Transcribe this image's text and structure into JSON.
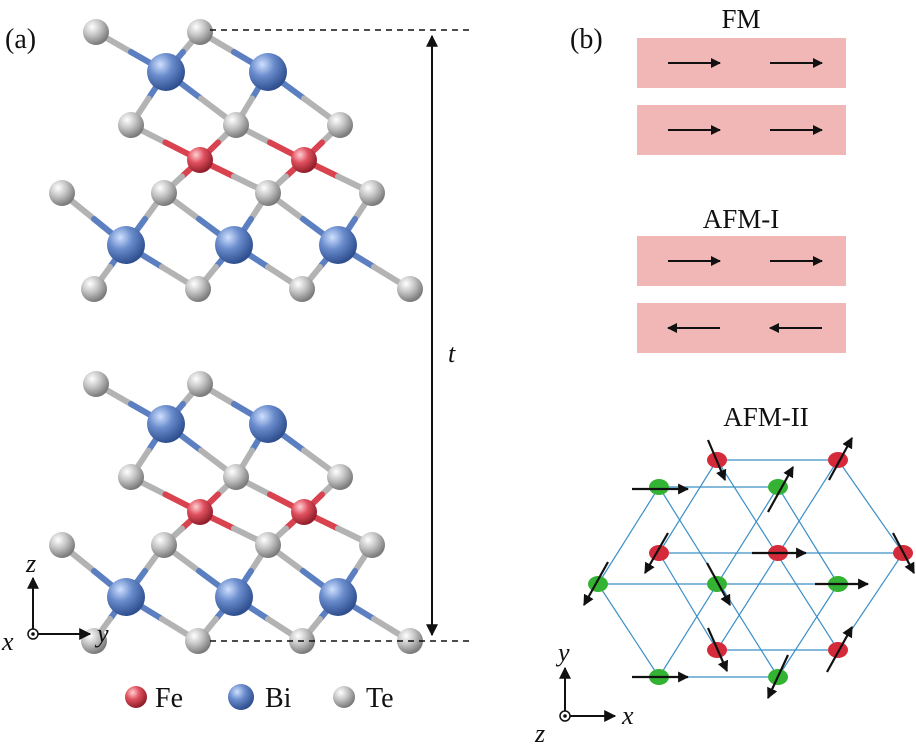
{
  "panel_a": {
    "label": "(a)",
    "thickness_label": "t",
    "axes": {
      "vertical": "z",
      "horizontal": "y",
      "out_of_plane": "x"
    },
    "legend": [
      {
        "element": "Fe",
        "color": "#d9424f"
      },
      {
        "element": "Bi",
        "color": "#5b7fc0"
      },
      {
        "element": "Te",
        "color": "#b3b3b3"
      }
    ]
  },
  "panel_b": {
    "label": "(b)",
    "fm": {
      "title": "FM",
      "top_row": "right",
      "bottom_row": "right"
    },
    "afm1": {
      "title": "AFM-I",
      "top_row": "right",
      "bottom_row": "left"
    },
    "afm2": {
      "title": "AFM-II"
    },
    "axes": {
      "vertical": "y",
      "horizontal": "x",
      "out_of_plane": "z"
    },
    "colors": {
      "layer_box": "#f0b7b6",
      "red_site": "#d42a3a",
      "green_site": "#33b233",
      "lattice_line": "#3a8fc8"
    }
  }
}
